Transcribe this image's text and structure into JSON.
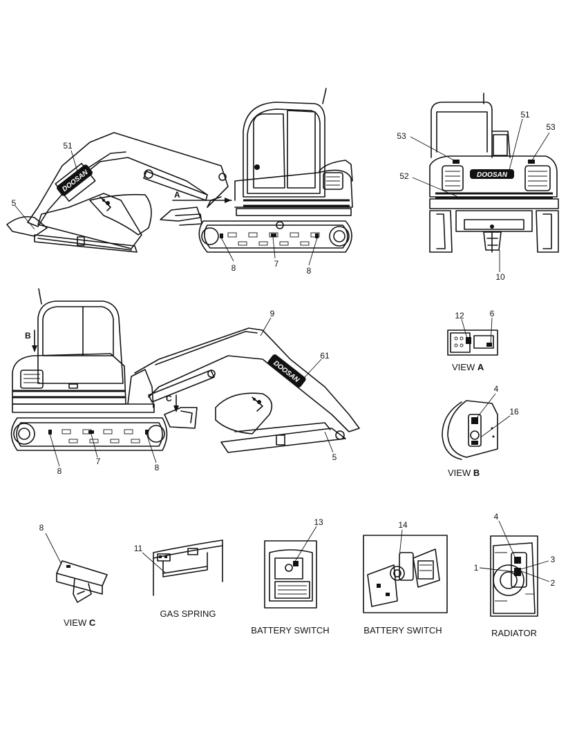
{
  "logo_text": "DOOSAN",
  "callouts": {
    "side_right": [
      "51",
      "5",
      "8",
      "7",
      "8"
    ],
    "side_right_view_arrow": "A",
    "rear": [
      "53",
      "51",
      "53",
      "52",
      "10"
    ],
    "side_left": [
      "9",
      "61",
      "8",
      "7",
      "8",
      "5"
    ],
    "side_left_view_arrows": [
      "B",
      "C"
    ],
    "view_a": [
      "12",
      "6"
    ],
    "view_b": [
      "4",
      "16"
    ],
    "view_c": [
      "8"
    ],
    "gas_spring": [
      "11"
    ],
    "battery_switch_1": [
      "13"
    ],
    "battery_switch_2": [
      "14"
    ],
    "radiator": [
      "4",
      "3",
      "1",
      "2"
    ]
  },
  "captions": {
    "view_a": {
      "word": "VIEW",
      "letter": "A"
    },
    "view_b": {
      "word": "VIEW",
      "letter": "B"
    },
    "view_c": {
      "word": "VIEW",
      "letter": "C"
    },
    "gas_spring": "GAS SPRING",
    "battery_switch_1": "BATTERY SWITCH",
    "battery_switch_2": "BATTERY SWITCH",
    "radiator": "RADIATOR"
  }
}
